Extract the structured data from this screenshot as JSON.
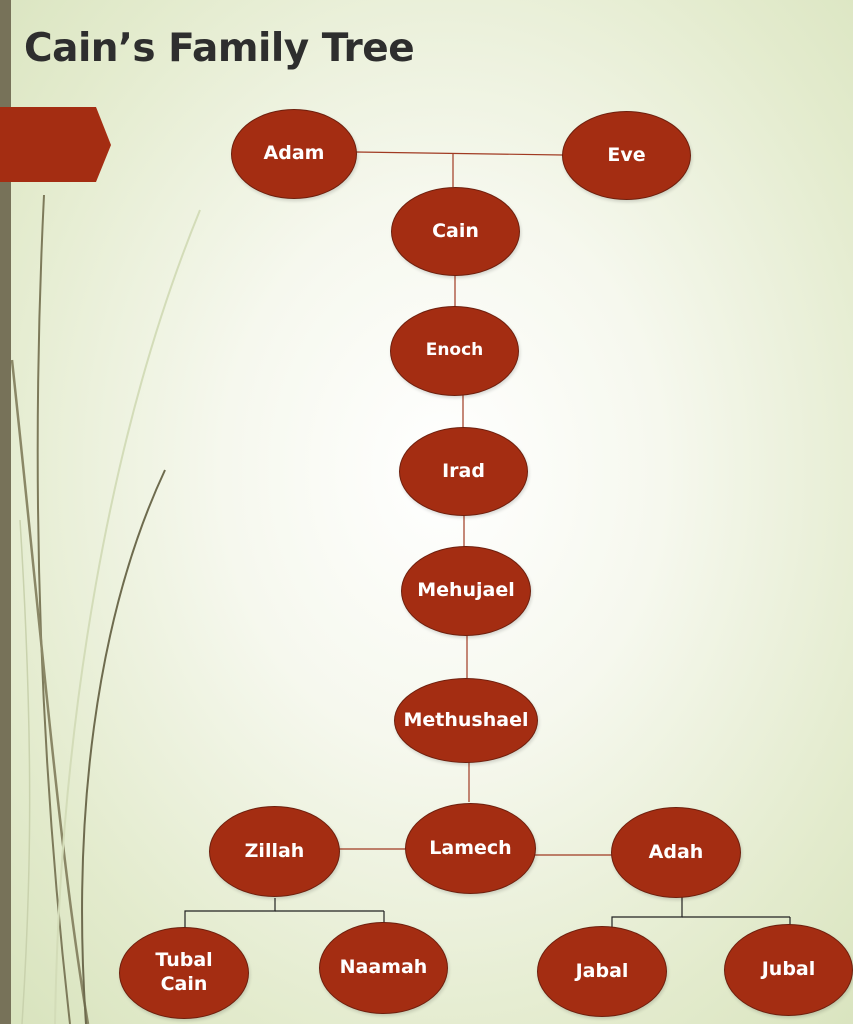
{
  "slide": {
    "title": "Cain’s Family Tree",
    "accent_color": "#a42d12",
    "sidebar_color": "#777259"
  },
  "tree": {
    "nodes": {
      "adam": "Adam",
      "eve": "Eve",
      "cain": "Cain",
      "enoch": "Enoch",
      "irad": "Irad",
      "mehujael": "Mehujael",
      "methushael": "Methushael",
      "lamech": "Lamech",
      "zillah": "Zillah",
      "adah": "Adah",
      "tubal_cain": "Tubal\nCain",
      "naamah": "Naamah",
      "jabal": "Jabal",
      "jubal": "Jubal"
    },
    "relations": [
      [
        "adam",
        "eve",
        "spouse"
      ],
      [
        "adam+eve",
        "cain",
        "child"
      ],
      [
        "cain",
        "enoch",
        "child"
      ],
      [
        "enoch",
        "irad",
        "child"
      ],
      [
        "irad",
        "mehujael",
        "child"
      ],
      [
        "mehujael",
        "methushael",
        "child"
      ],
      [
        "methushael",
        "lamech",
        "child"
      ],
      [
        "lamech",
        "zillah",
        "spouse"
      ],
      [
        "lamech",
        "adah",
        "spouse"
      ],
      [
        "zillah",
        "tubal_cain",
        "child"
      ],
      [
        "zillah",
        "naamah",
        "child"
      ],
      [
        "adah",
        "jabal",
        "child"
      ],
      [
        "adah",
        "jubal",
        "child"
      ]
    ]
  }
}
